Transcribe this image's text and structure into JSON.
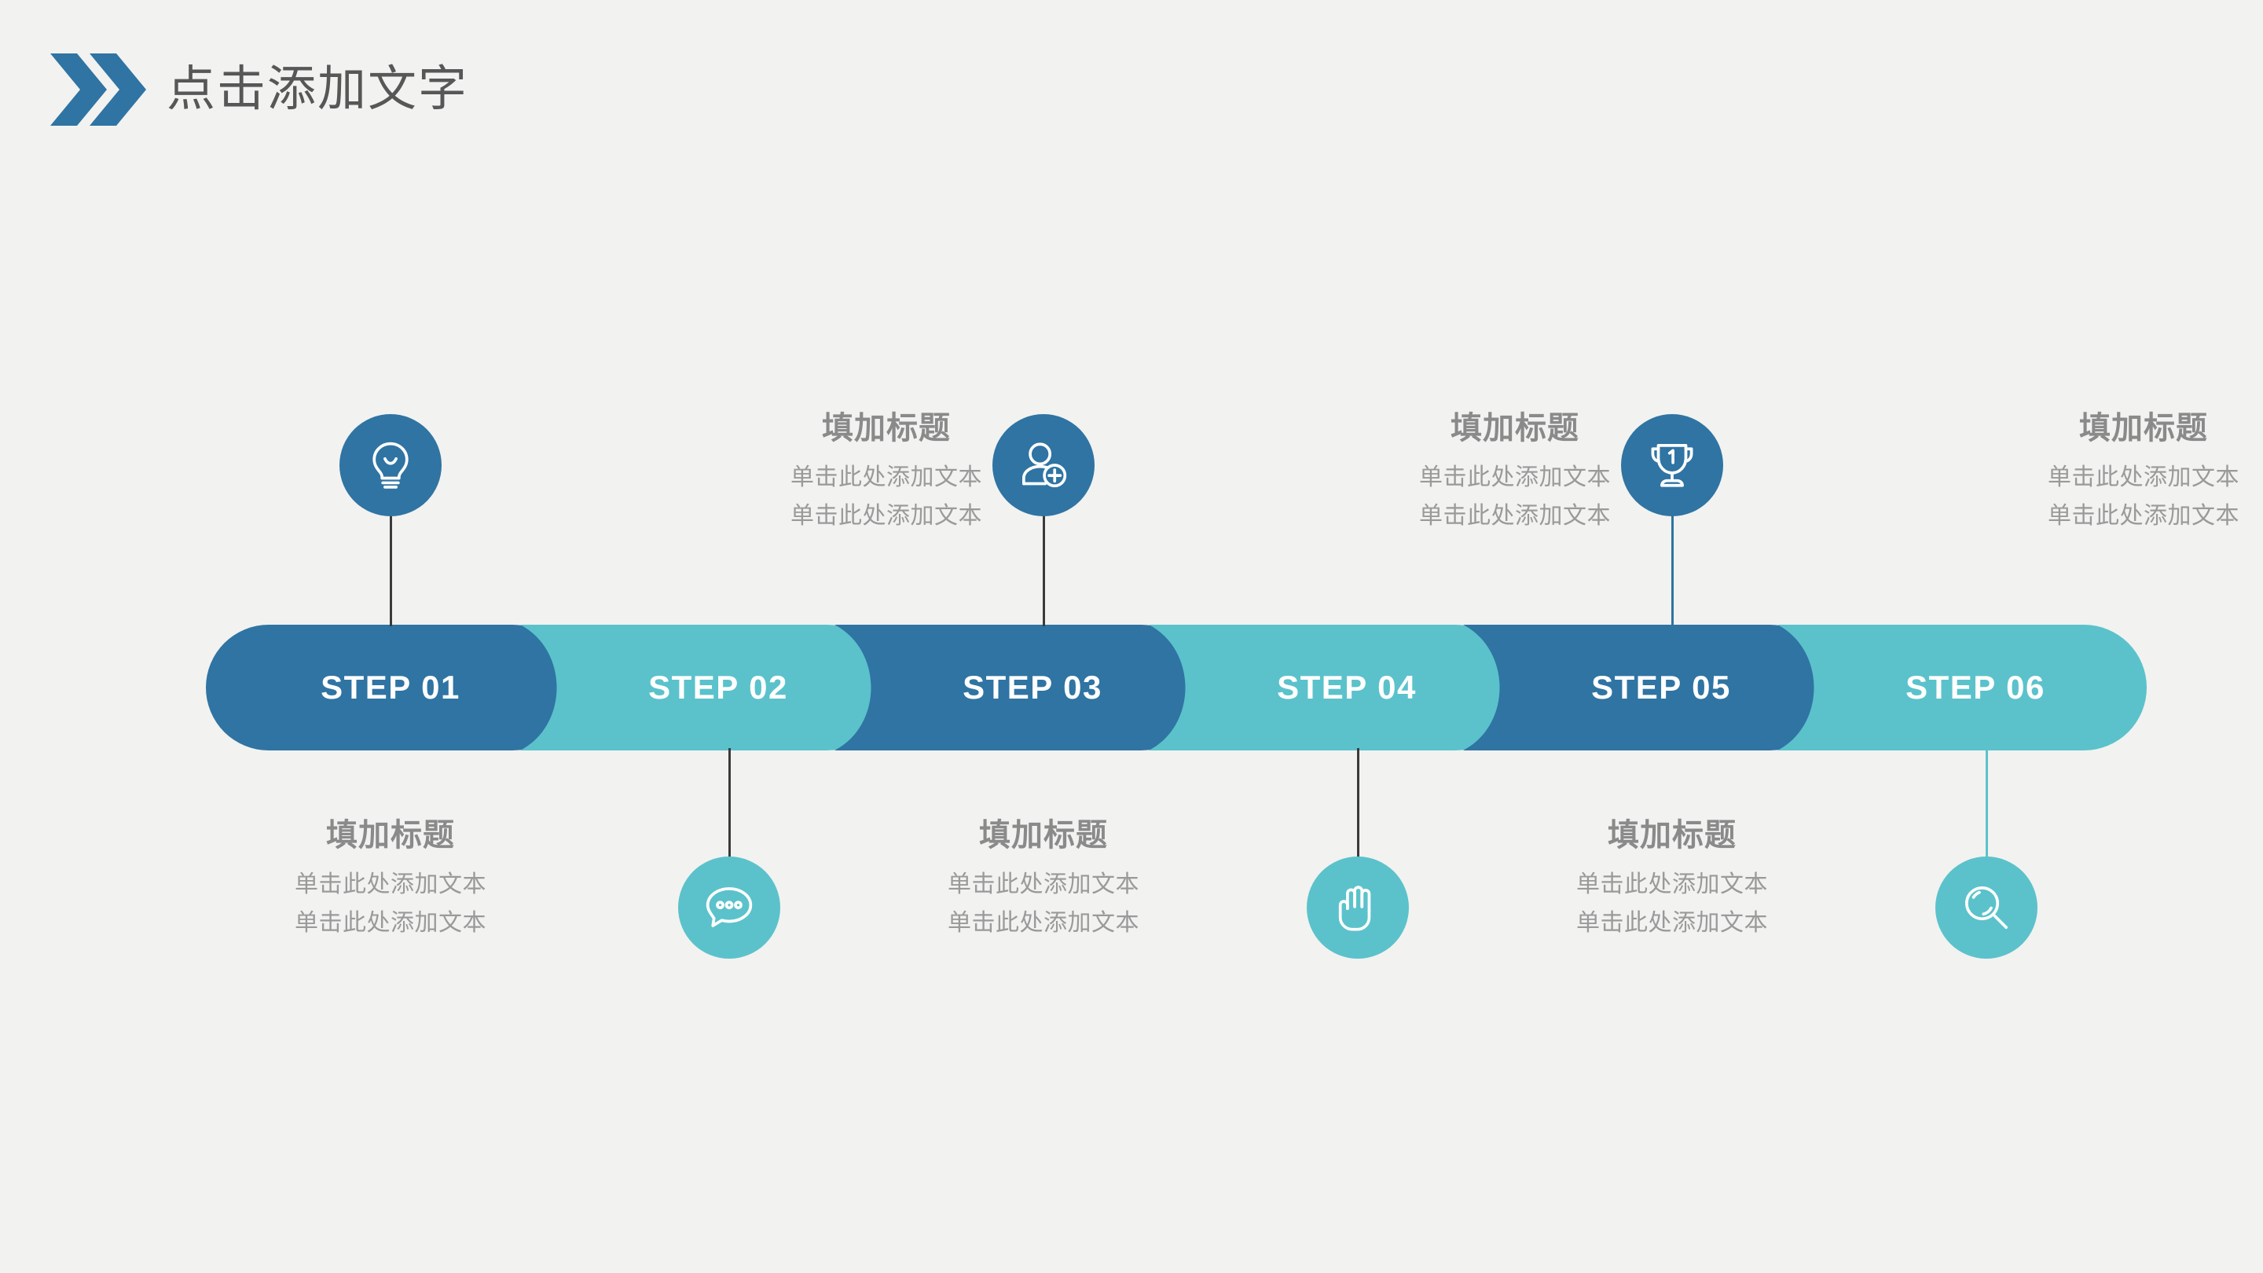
{
  "slide": {
    "title": "点击添加文字",
    "title_icon": "double-chevron-right-icon",
    "background_color": "#f2f2f0",
    "title_color": "#575757"
  },
  "palette": {
    "blue": "#2f74a3",
    "teal": "#5bc2cb",
    "heading_gray": "#8a8a8a",
    "body_gray": "#9a9a9a",
    "connector_dark": "#3b3b3b",
    "connector_blue": "#2f74a3",
    "connector_teal": "#5bc2cb",
    "step_text": "#ffffff"
  },
  "steps": [
    {
      "label": "STEP 01",
      "color": "#2f74a3",
      "shape": "pill",
      "icon": "lightbulb-icon",
      "icon_position": "above",
      "icon_color": "#2f74a3",
      "connector_color": "#3b3b3b",
      "text_position": "below",
      "heading": "填加标题",
      "lines": [
        "单击此处添加文本",
        "单击此处添加文本"
      ]
    },
    {
      "label": "STEP 02",
      "color": "#5bc2cb",
      "shape": "notched",
      "icon": "chat-bubble-dots-icon",
      "icon_position": "below",
      "icon_color": "#5bc2cb",
      "connector_color": "#3b3b3b",
      "text_position": "above",
      "heading": "填加标题",
      "lines": [
        "单击此处添加文本",
        "单击此处添加文本"
      ]
    },
    {
      "label": "STEP 03",
      "color": "#2f74a3",
      "shape": "notched",
      "icon": "add-user-icon",
      "icon_position": "above",
      "icon_color": "#2f74a3",
      "connector_color": "#3b3b3b",
      "text_position": "below",
      "heading": "填加标题",
      "lines": [
        "单击此处添加文本",
        "单击此处添加文本"
      ]
    },
    {
      "label": "STEP 04",
      "color": "#5bc2cb",
      "shape": "notched",
      "icon": "hand-palm-icon",
      "icon_position": "below",
      "icon_color": "#5bc2cb",
      "connector_color": "#3b3b3b",
      "text_position": "above",
      "heading": "填加标题",
      "lines": [
        "单击此处添加文本",
        "单击此处添加文本"
      ]
    },
    {
      "label": "STEP 05",
      "color": "#2f74a3",
      "shape": "notched",
      "icon": "trophy-icon",
      "icon_position": "above",
      "icon_color": "#2f74a3",
      "connector_color": "#2f74a3",
      "text_position": "below",
      "heading": "填加标题",
      "lines": [
        "单击此处添加文本",
        "单击此处添加文本"
      ]
    },
    {
      "label": "STEP 06",
      "color": "#5bc2cb",
      "shape": "notched",
      "icon": "magnifier-icon",
      "icon_position": "below",
      "icon_color": "#5bc2cb",
      "connector_color": "#5bc2cb",
      "text_position": "above",
      "heading": "填加标题",
      "lines": [
        "单击此处添加文本",
        "单击此处添加文本"
      ]
    }
  ]
}
